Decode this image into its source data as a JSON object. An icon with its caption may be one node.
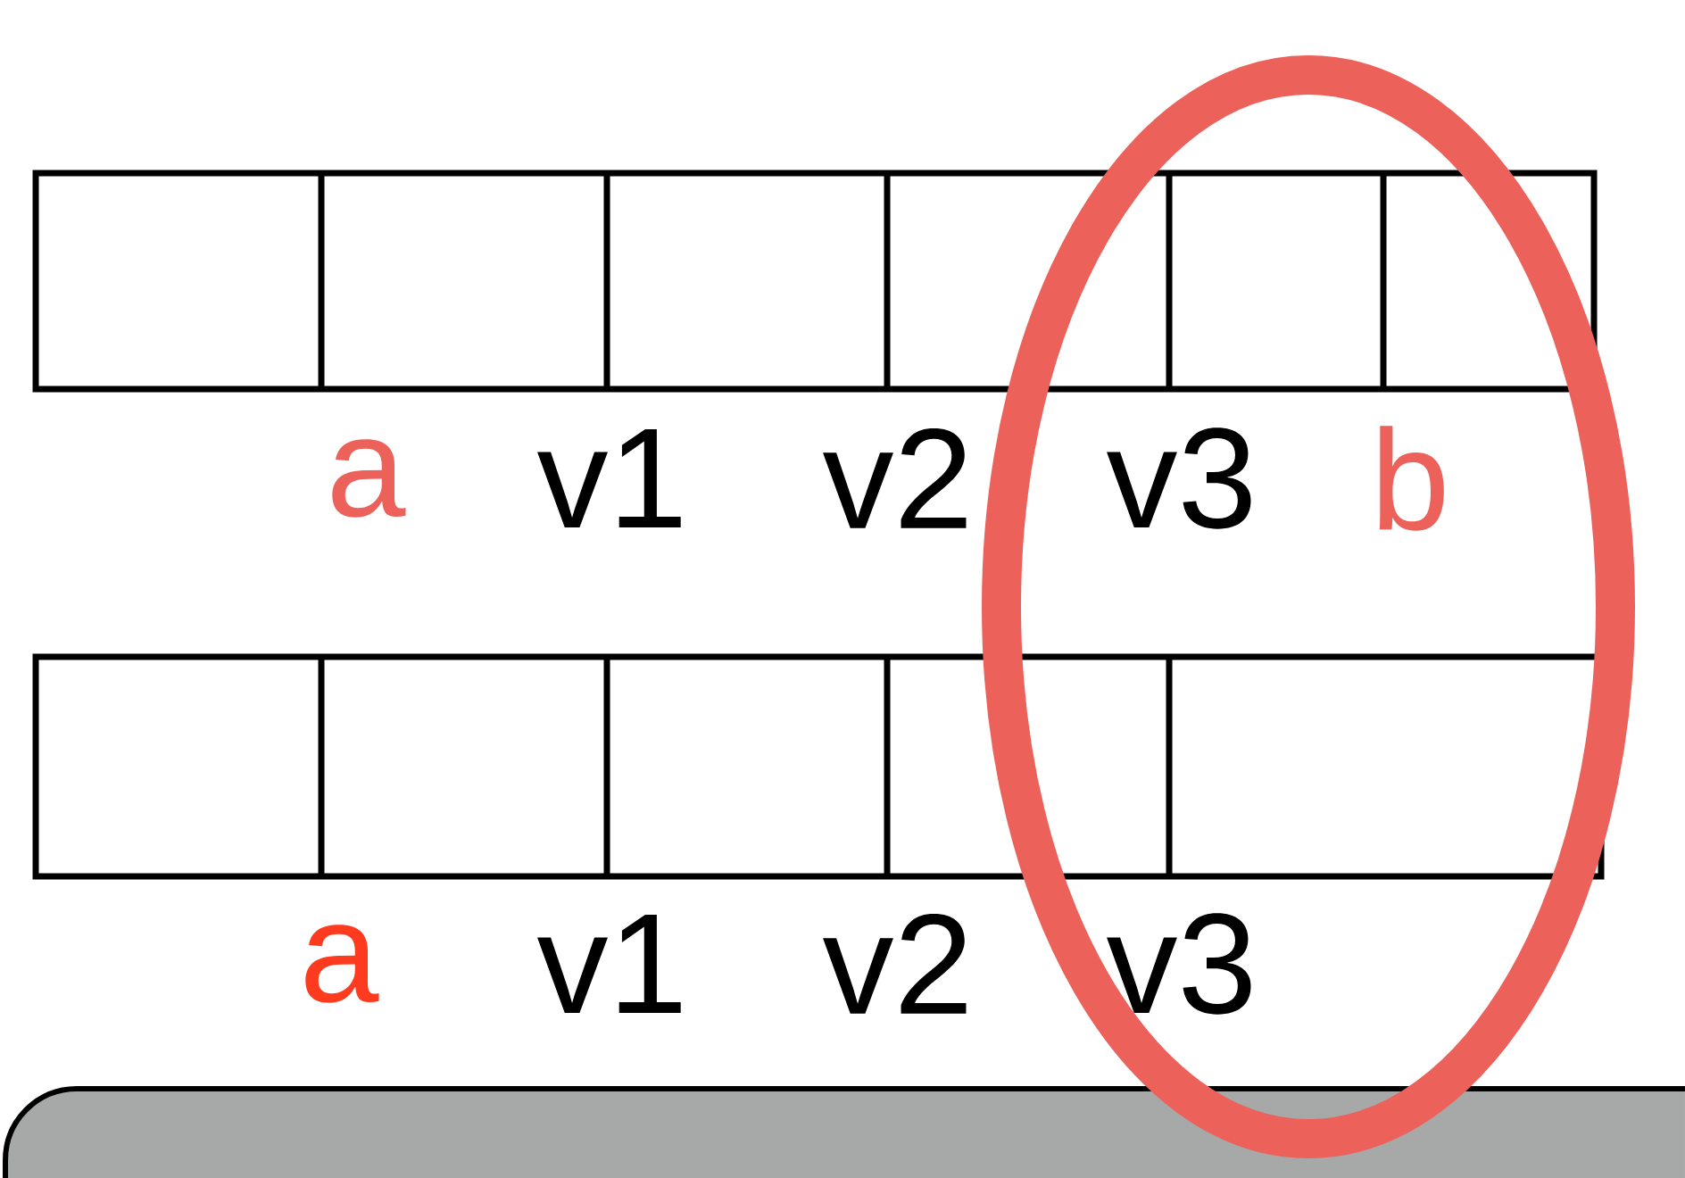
{
  "diagram": {
    "labels": [
      "a",
      "v1",
      "v2",
      "v3",
      "b",
      "a",
      "v1",
      "v2",
      "v3"
    ]
  }
}
